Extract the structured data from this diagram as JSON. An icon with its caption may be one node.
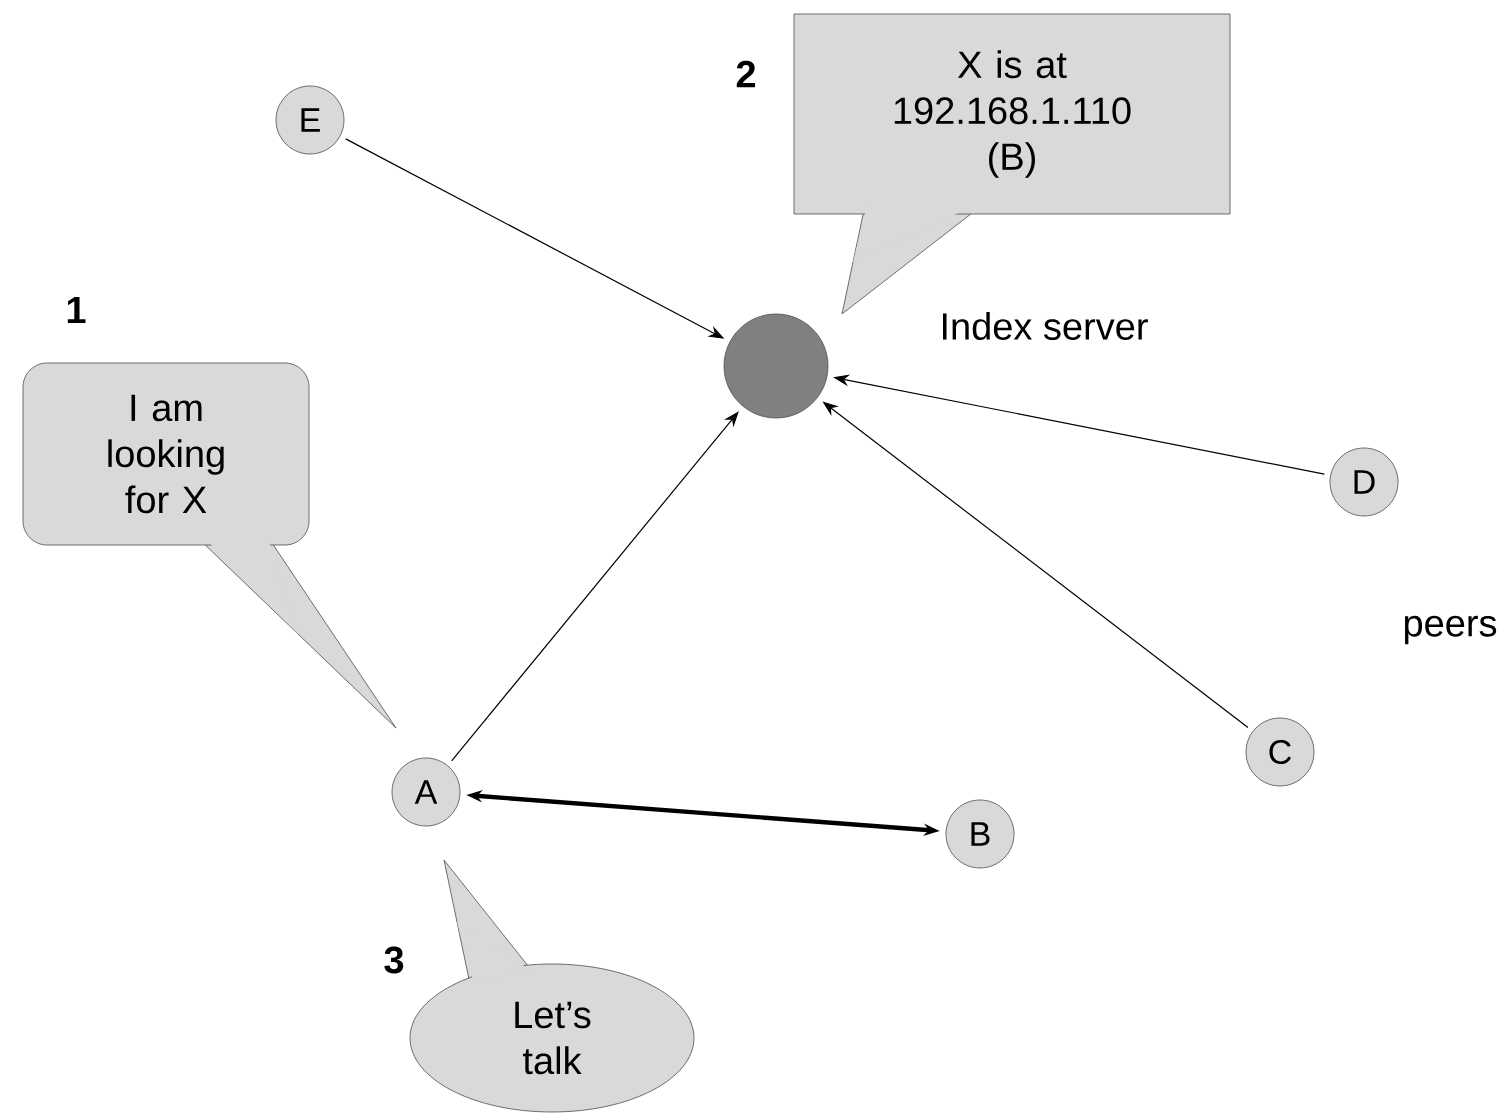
{
  "diagram": {
    "nodes": [
      {
        "text": [
          "E"
        ]
      },
      {
        "text": [
          "X is at 192.168.1.110 (B)"
        ]
      },
      {
        "text": [],
        "shape": "circle"
      },
      {
        "text": [
          "I am looking for X"
        ]
      },
      {
        "text": [
          "D"
        ]
      },
      {
        "text": [
          "A"
        ]
      },
      {
        "text": [
          "C"
        ]
      },
      {
        "text": [
          "B"
        ]
      },
      {
        "text": [
          "Let’s talk"
        ]
      }
    ],
    "edges": [
      {
        "from": 0,
        "to": 2,
        "arrow": "to"
      },
      {
        "from": 5,
        "to": 2,
        "arrow": "to"
      },
      {
        "from": 6,
        "to": 2,
        "arrow": "to"
      },
      {
        "from": 4,
        "to": 2,
        "arrow": "to"
      },
      {
        "from": 5,
        "to": 7,
        "arrow": "both",
        "style": "thick"
      }
    ],
    "labels": [
      "2",
      "1",
      "Index server",
      "peers",
      "3"
    ]
  }
}
